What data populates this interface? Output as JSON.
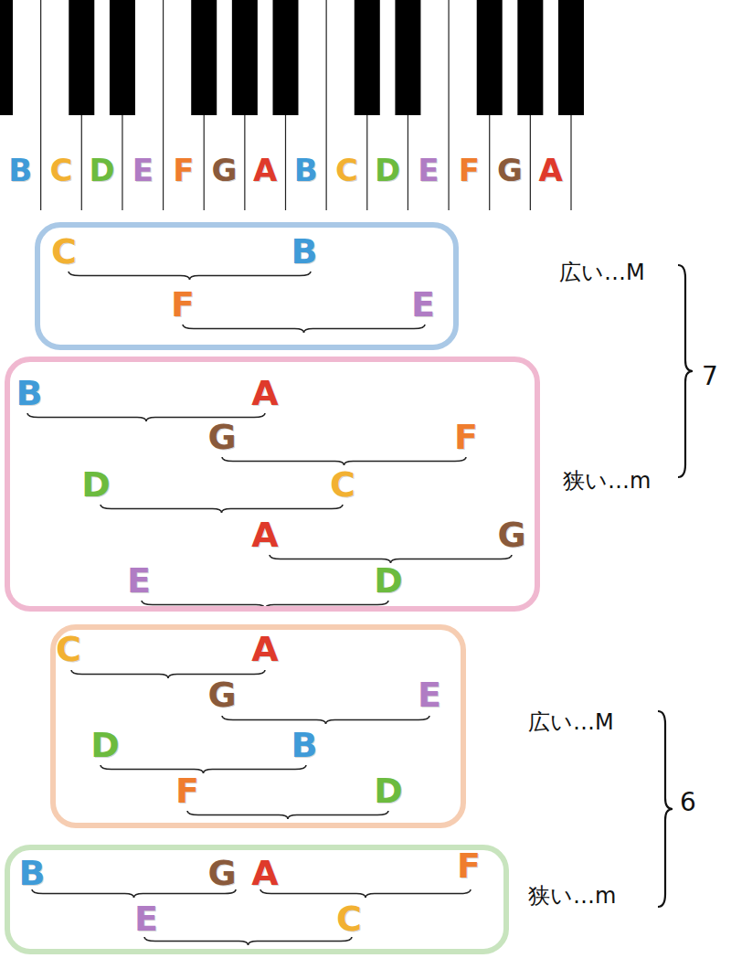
{
  "diagram": {
    "nodes": [
      {
        "text": [
          "C",
          "B",
          "F",
          "E"
        ]
      },
      {
        "text": [
          "B",
          "A",
          "G",
          "F",
          "D",
          "C",
          "A",
          "G",
          "E",
          "D"
        ]
      },
      {
        "text": [
          "C",
          "A",
          "G",
          "E",
          "D",
          "B",
          "F",
          "D"
        ]
      },
      {
        "text": [
          "B",
          "G",
          "A",
          "F",
          "E",
          "C"
        ]
      }
    ],
    "labels": [
      "B",
      "C",
      "D",
      "E",
      "F",
      "G",
      "A",
      "B",
      "C",
      "D",
      "E",
      "F",
      "G",
      "A",
      "広い…M",
      "7",
      "狭い…m",
      "広い…M",
      "6",
      "狭い…m"
    ]
  }
}
